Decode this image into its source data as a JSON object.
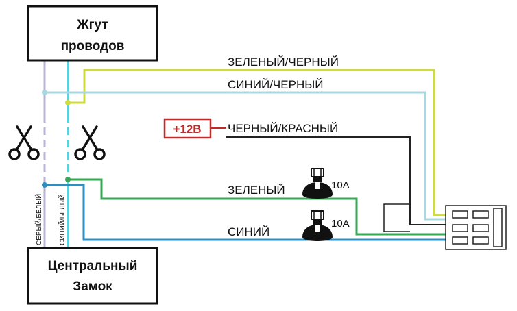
{
  "boxes": {
    "harness": {
      "line1": "Жгут",
      "line2": "проводов"
    },
    "lock": {
      "line1": "Центральный",
      "line2": "Замок"
    }
  },
  "wires": {
    "green_black": "ЗЕЛЕНЫЙ/ЧЕРНЫЙ",
    "blue_black": "СИНИЙ/ЧЕРНЫЙ",
    "black_red": "ЧЕРНЫЙ/КРАСНЫЙ",
    "green": "ЗЕЛЕНЫЙ",
    "blue": "СИНИЙ"
  },
  "power_label": "+12В",
  "fuses": {
    "green": "10A",
    "blue": "10A"
  },
  "vertical_labels": {
    "grey_white": "СЕРЫЙ/БЕЛЫЙ",
    "blue_white": "СИНИЙ/БЕЛЫЙ"
  },
  "colors": {
    "green_black": "#cfdc3a",
    "blue_black": "#a9d8e0",
    "black_red": "#222222",
    "green": "#3aa655",
    "blue": "#2a8fc4",
    "grey_white": "#b9b3d6",
    "blue_white": "#4fd6e4",
    "power": "#c62828"
  },
  "icons": {
    "scissors_left": "scissors-icon",
    "scissors_right": "scissors-icon"
  }
}
